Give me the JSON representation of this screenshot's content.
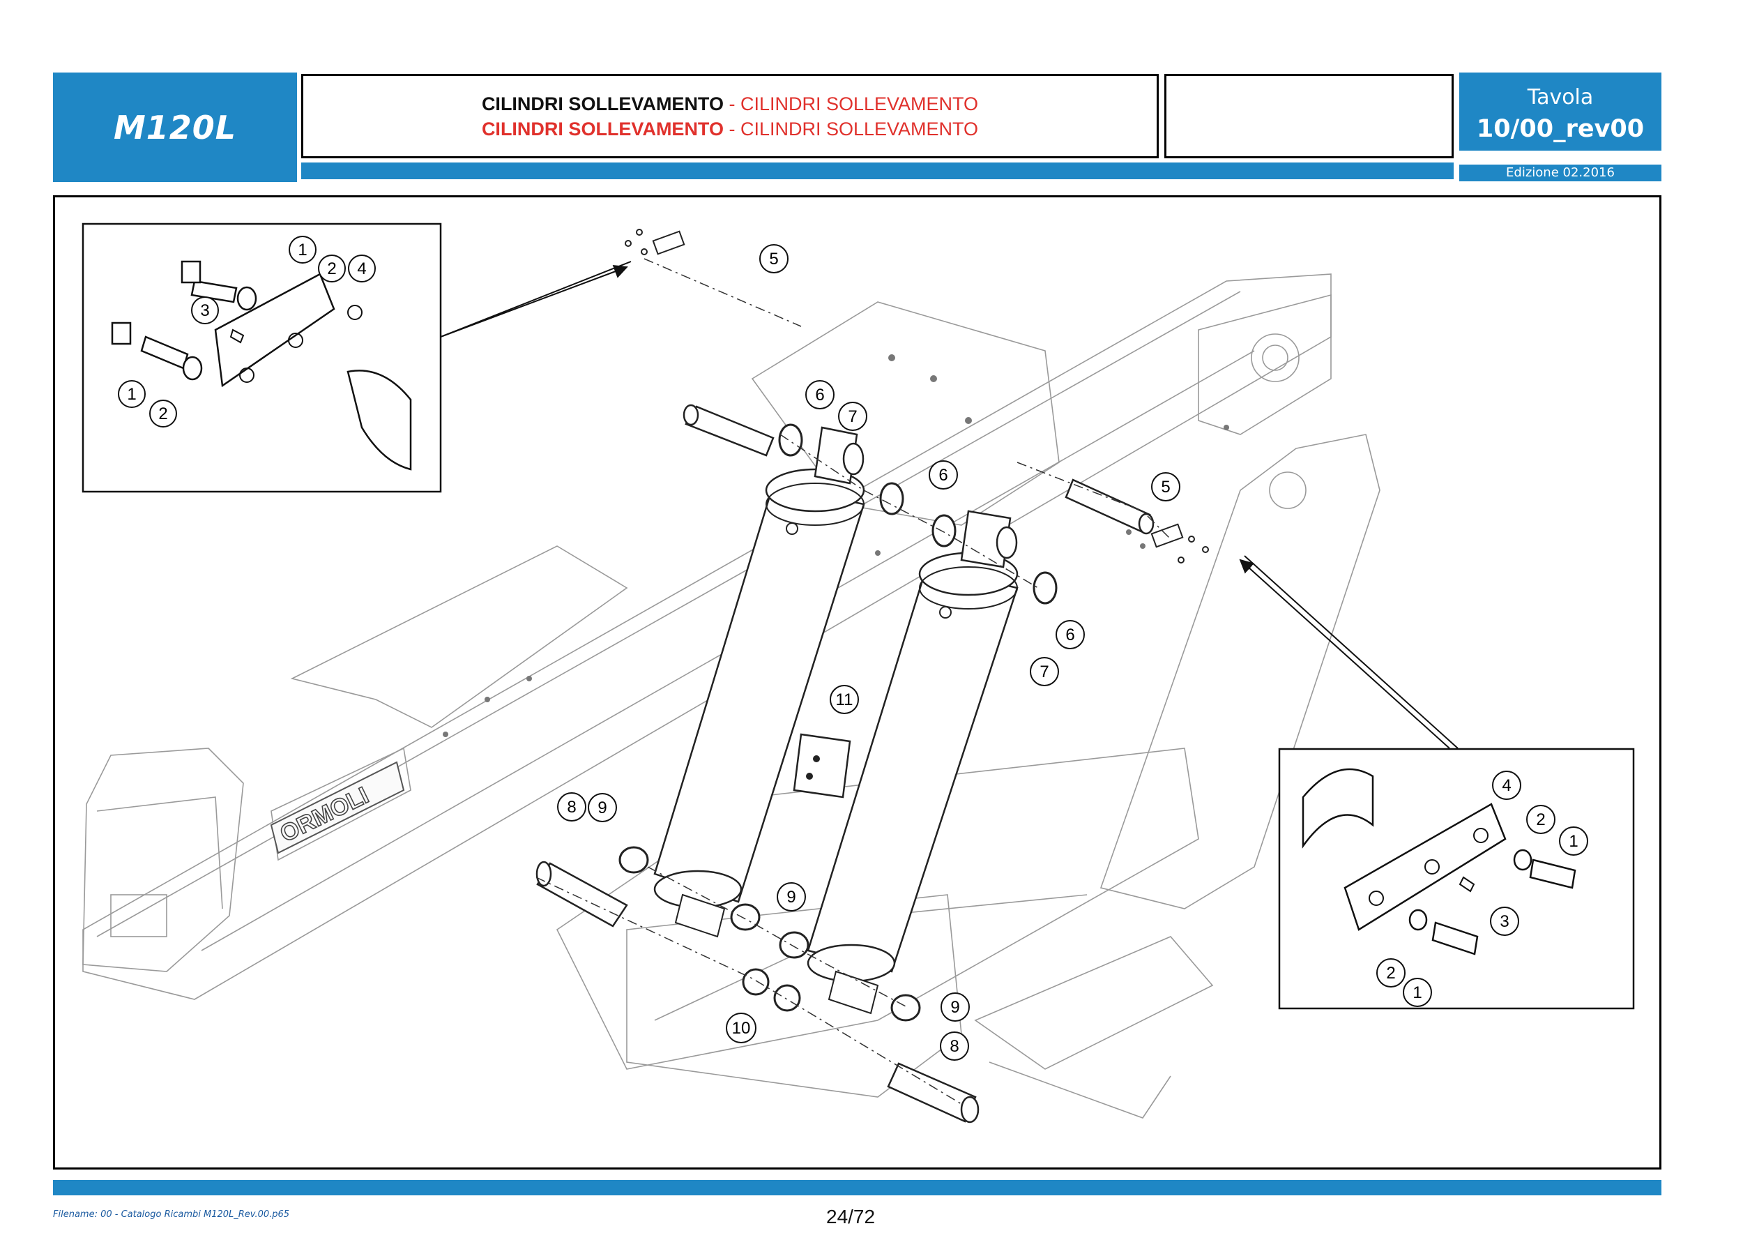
{
  "header": {
    "model": "M120L",
    "title_line1": {
      "black": "CILINDRI SOLLEVAMENTO",
      "sep": " - ",
      "red": "CILINDRI SOLLEVAMENTO"
    },
    "title_line2": {
      "black": "CILINDRI SOLLEVAMENTO",
      "sep": " - ",
      "red": "CILINDRI SOLLEVAMENTO"
    },
    "tavola_label": "Tavola",
    "tavola_code": "10/00_rev00",
    "edition": "Edizione 02.2016"
  },
  "diagram": {
    "brand_plate": "ORMOLI",
    "part_callouts": [
      "1",
      "2",
      "3",
      "4",
      "5",
      "6",
      "7",
      "8",
      "9",
      "10",
      "11"
    ]
  },
  "footer": {
    "filename": "Filename: 00 - Catalogo Ricambi M120L_Rev.00.p65",
    "page": "24/72"
  },
  "colors": {
    "brand_blue": "#1f87c5",
    "title_red": "#e0312c"
  }
}
